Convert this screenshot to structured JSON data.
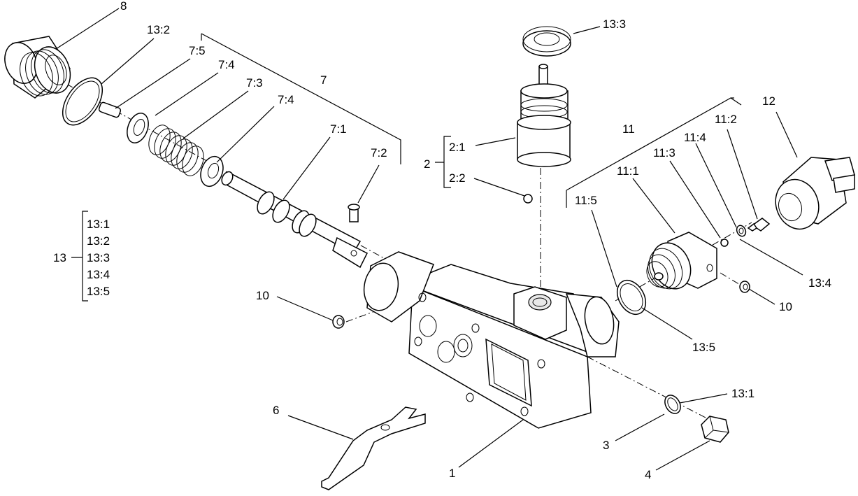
{
  "labels": {
    "l8": "8",
    "l13_2_top": "13:2",
    "l7_5": "7:5",
    "l7_4_a": "7:4",
    "l7_3": "7:3",
    "l7_4_b": "7:4",
    "l7": "7",
    "l7_1": "7:1",
    "l7_2": "7:2",
    "l13_3_top": "13:3",
    "l2_1": "2:1",
    "l2": "2",
    "l2_2": "2:2",
    "l12": "12",
    "l11_2": "11:2",
    "l11": "11",
    "l11_4": "11:4",
    "l11_3": "11:3",
    "l11_1": "11:1",
    "l11_5": "11:5",
    "l13_4_right": "13:4",
    "l10_right": "10",
    "l13_5_right": "13:5",
    "l10_left": "10",
    "l13_1_right": "13:1",
    "l3": "3",
    "l4": "4",
    "l6": "6",
    "l1": "1"
  },
  "kit13": {
    "number": "13",
    "items": [
      "13:1",
      "13:2",
      "13:3",
      "13:4",
      "13:5"
    ]
  }
}
